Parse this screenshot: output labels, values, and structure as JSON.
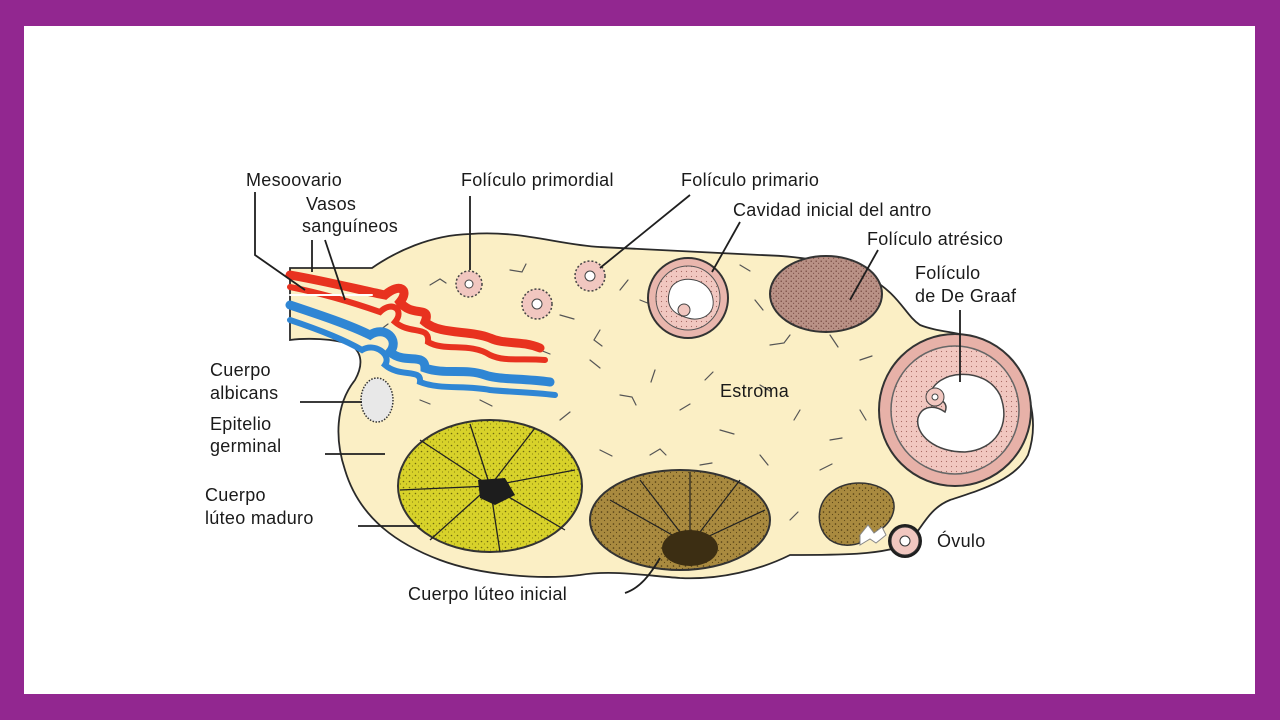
{
  "diagram": {
    "labels": {
      "mesoovario": "Mesoovario",
      "vasos_1": "Vasos",
      "vasos_2": "sanguíneos",
      "primordial": "Folículo primordial",
      "primario": "Folículo primario",
      "antro": "Cavidad inicial del antro",
      "atresico": "Folículo atrésico",
      "graaf_1": "Folículo",
      "graaf_2": "de De Graaf",
      "albicans_1": "Cuerpo",
      "albicans_2": "albicans",
      "epitelio_1": "Epitelio",
      "epitelio_2": "germinal",
      "luteo_maduro_1": "Cuerpo",
      "luteo_maduro_2": "lúteo maduro",
      "estroma": "Estroma",
      "ovulo": "Óvulo",
      "luteo_inicial": "Cuerpo lúteo inicial"
    },
    "colors": {
      "frame": "#922790",
      "ovary_fill": "#fbefc5",
      "artery": "#e8321f",
      "vein": "#2f86d4",
      "corpus_luteum_mature": "#d9d42a",
      "corpus_luteum_initial": "#a98a3f",
      "follicle_pink": "#f0c3bc",
      "atretic_follicle": "#b08b80"
    }
  }
}
